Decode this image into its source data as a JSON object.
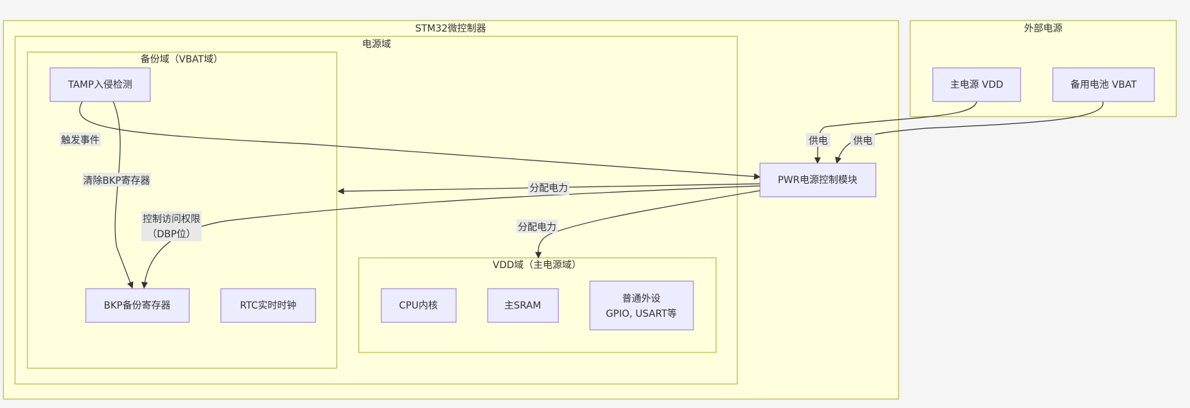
{
  "clusters": {
    "stm32": {
      "title": "STM32微控制器"
    },
    "power_domain": {
      "title": "电源域"
    },
    "backup_domain": {
      "title": "备份域（VBAT域）"
    },
    "vdd_domain": {
      "title": "VDD域（主电源域）"
    },
    "external_power": {
      "title": "外部电源"
    }
  },
  "nodes": {
    "tamp": {
      "label": "TAMP入侵检测"
    },
    "bkp": {
      "label": "BKP备份寄存器"
    },
    "rtc": {
      "label": "RTC实时时钟"
    },
    "cpu": {
      "label": "CPU内核"
    },
    "sram": {
      "label": "主SRAM"
    },
    "periph": {
      "line1": "普通外设",
      "line2": "GPIO, USART等"
    },
    "pwr": {
      "label": "PWR电源控制模块"
    },
    "vdd": {
      "label": "主电源 VDD"
    },
    "vbat": {
      "label": "备用电池 VBAT"
    }
  },
  "edges": {
    "trigger": {
      "label": "触发事件"
    },
    "clear": {
      "label": "清除BKP寄存器"
    },
    "access": {
      "line1": "控制访问权限",
      "line2": "（DBP位）"
    },
    "dist_backup": {
      "label": "分配电力"
    },
    "dist_vdd": {
      "label": "分配电力"
    },
    "supply_vdd": {
      "label": "供电"
    },
    "supply_vbat": {
      "label": "供电"
    }
  },
  "colors": {
    "cluster_fill": "#ffffde",
    "cluster_stroke": "#aaaa33",
    "node_fill": "#ececff",
    "node_stroke": "#9370db",
    "edge": "#333333",
    "label_bg": "#e8e8e8"
  }
}
